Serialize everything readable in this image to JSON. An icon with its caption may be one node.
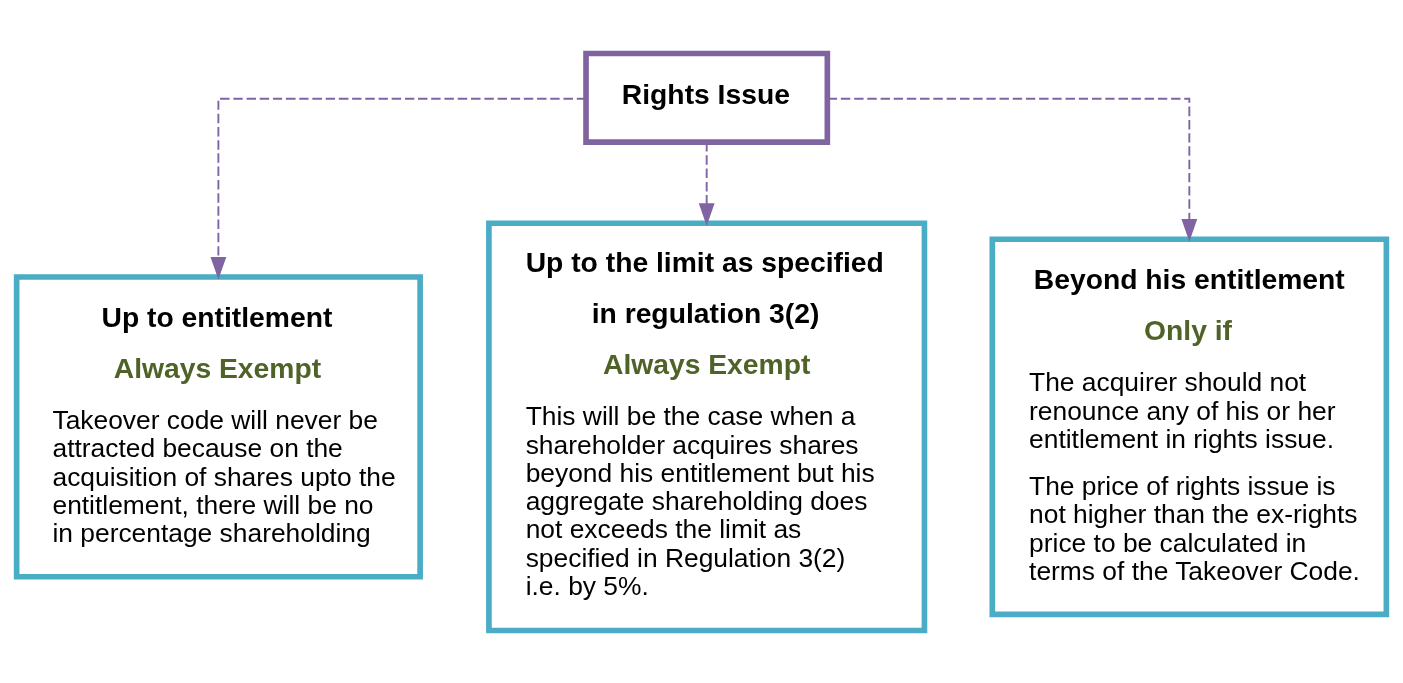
{
  "diagram": {
    "nodes": [
      {
        "text": [
          "Rights Issue"
        ]
      },
      {
        "text": [
          "Up to entitlement",
          "Always Exempt",
          "Takeover code will never be attracted because on the acquisition of shares upto the entitlement, there will be no in percentage shareholding"
        ]
      },
      {
        "text": [
          "Up to the limit as specified in regulation 3(2)",
          "Always Exempt",
          "This will be the case when a shareholder acquires shares beyond his entitlement but his aggregate shareholding does not exceeds the limit as specified in Regulation 3(2) i.e. by 5%."
        ]
      },
      {
        "text": [
          "Beyond his entitlement",
          "Only if",
          "The acquirer should not renounce any of his or her entitlement in rights issue.",
          "The price of rights issue is not higher than the ex-rights price to be calculated in terms of the Takeover Code."
        ]
      }
    ],
    "edges": [
      {
        "from": 0,
        "to": 1,
        "arrow": "to",
        "style": "dashed"
      },
      {
        "from": 0,
        "to": 2,
        "arrow": "to",
        "style": "dashed"
      },
      {
        "from": 0,
        "to": 3,
        "arrow": "to",
        "style": "dashed"
      }
    ]
  }
}
